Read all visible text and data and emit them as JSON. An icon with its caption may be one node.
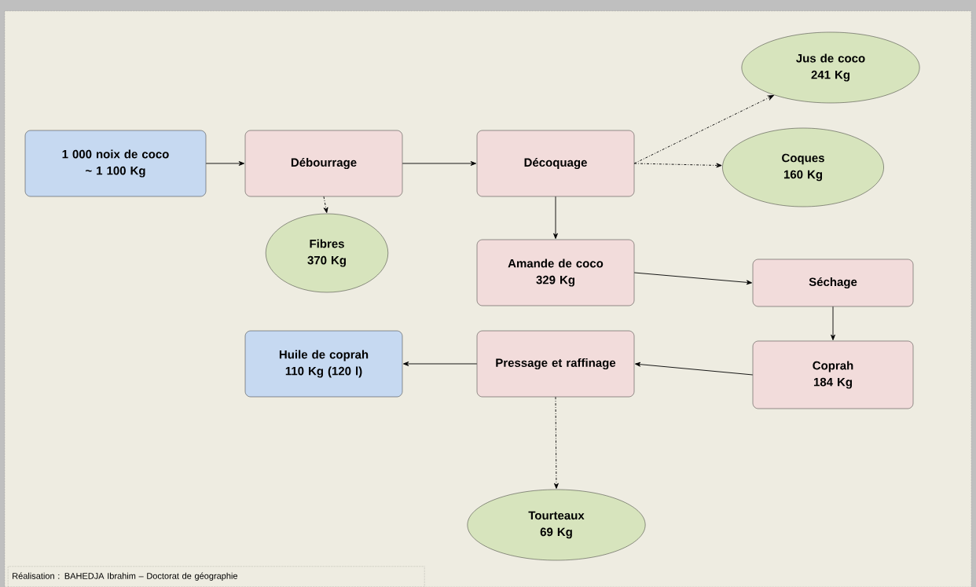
{
  "diagram": {
    "nodes": [
      {
        "text": [
          "1 000 noix de coco",
          "~ 1 100 Kg"
        ]
      },
      {
        "text": [
          "Débourrage"
        ]
      },
      {
        "text": [
          "Décoquage"
        ]
      },
      {
        "text": [
          "Jus de coco",
          "241 Kg"
        ]
      },
      {
        "text": [
          "Coques",
          "160 Kg"
        ]
      },
      {
        "text": [
          "Fibres",
          "370 Kg"
        ]
      },
      {
        "text": [
          "Amande de coco",
          "329 Kg"
        ]
      },
      {
        "text": [
          "Séchage"
        ]
      },
      {
        "text": [
          "Coprah",
          "184 Kg"
        ]
      },
      {
        "text": [
          "Pressage et raffinage"
        ]
      },
      {
        "text": [
          "Huile de coprah",
          "110 Kg (120 l)"
        ]
      },
      {
        "text": [
          "Tourteaux",
          "69 Kg"
        ]
      }
    ],
    "edges": [
      {
        "from": 0,
        "to": 1,
        "arrow": "to"
      },
      {
        "from": 1,
        "to": 2,
        "arrow": "to"
      },
      {
        "from": 2,
        "to": 3,
        "arrow": "to",
        "style": "dashed"
      },
      {
        "from": 2,
        "to": 4,
        "arrow": "to",
        "style": "dashed"
      },
      {
        "from": 1,
        "to": 5,
        "arrow": "to",
        "style": "dashed"
      },
      {
        "from": 2,
        "to": 6,
        "arrow": "to"
      },
      {
        "from": 6,
        "to": 7,
        "arrow": "to"
      },
      {
        "from": 7,
        "to": 8,
        "arrow": "to"
      },
      {
        "from": 8,
        "to": 9,
        "arrow": "to"
      },
      {
        "from": 9,
        "to": 10,
        "arrow": "to"
      },
      {
        "from": 9,
        "to": 11,
        "arrow": "to",
        "style": "dashed"
      }
    ],
    "labels": [
      "Réalisation : BAHEDJA Ibrahim – Doctorat de géographie"
    ]
  }
}
